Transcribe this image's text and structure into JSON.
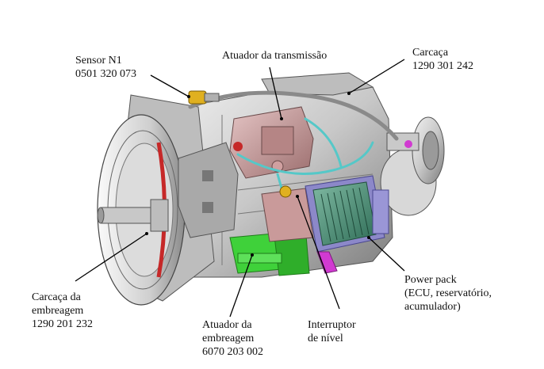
{
  "labels": {
    "sensor": {
      "lines": [
        "Sensor N1",
        "0501 320 073"
      ]
    },
    "actuator_trans": {
      "lines": [
        "Atuador da transmissão"
      ]
    },
    "housing": {
      "lines": [
        "Carcaça",
        "1290 301 242"
      ]
    },
    "clutch_housing": {
      "lines": [
        "Carcaça da",
        "embreagem",
        "1290 201 232"
      ]
    },
    "clutch_actuator": {
      "lines": [
        "Atuador da",
        "embreagem",
        "6070 203 002"
      ]
    },
    "level_switch": {
      "lines": [
        "Interruptor",
        "de nível"
      ]
    },
    "power_pack": {
      "lines": [
        "Power pack",
        "(ECU, reservatório,",
        "acumulador)"
      ]
    }
  },
  "colors": {
    "metal": "#d4d4d4",
    "metal_dark": "#8f8f8f",
    "actuator": "#c9a3a3",
    "ecu": "#4f8f78",
    "ecu_frame": "#8c88c9",
    "green": "#3fd13a",
    "magenta": "#d13ad1",
    "red": "#c62828",
    "cyan": "#55c8c8",
    "yellow": "#e0b020"
  }
}
